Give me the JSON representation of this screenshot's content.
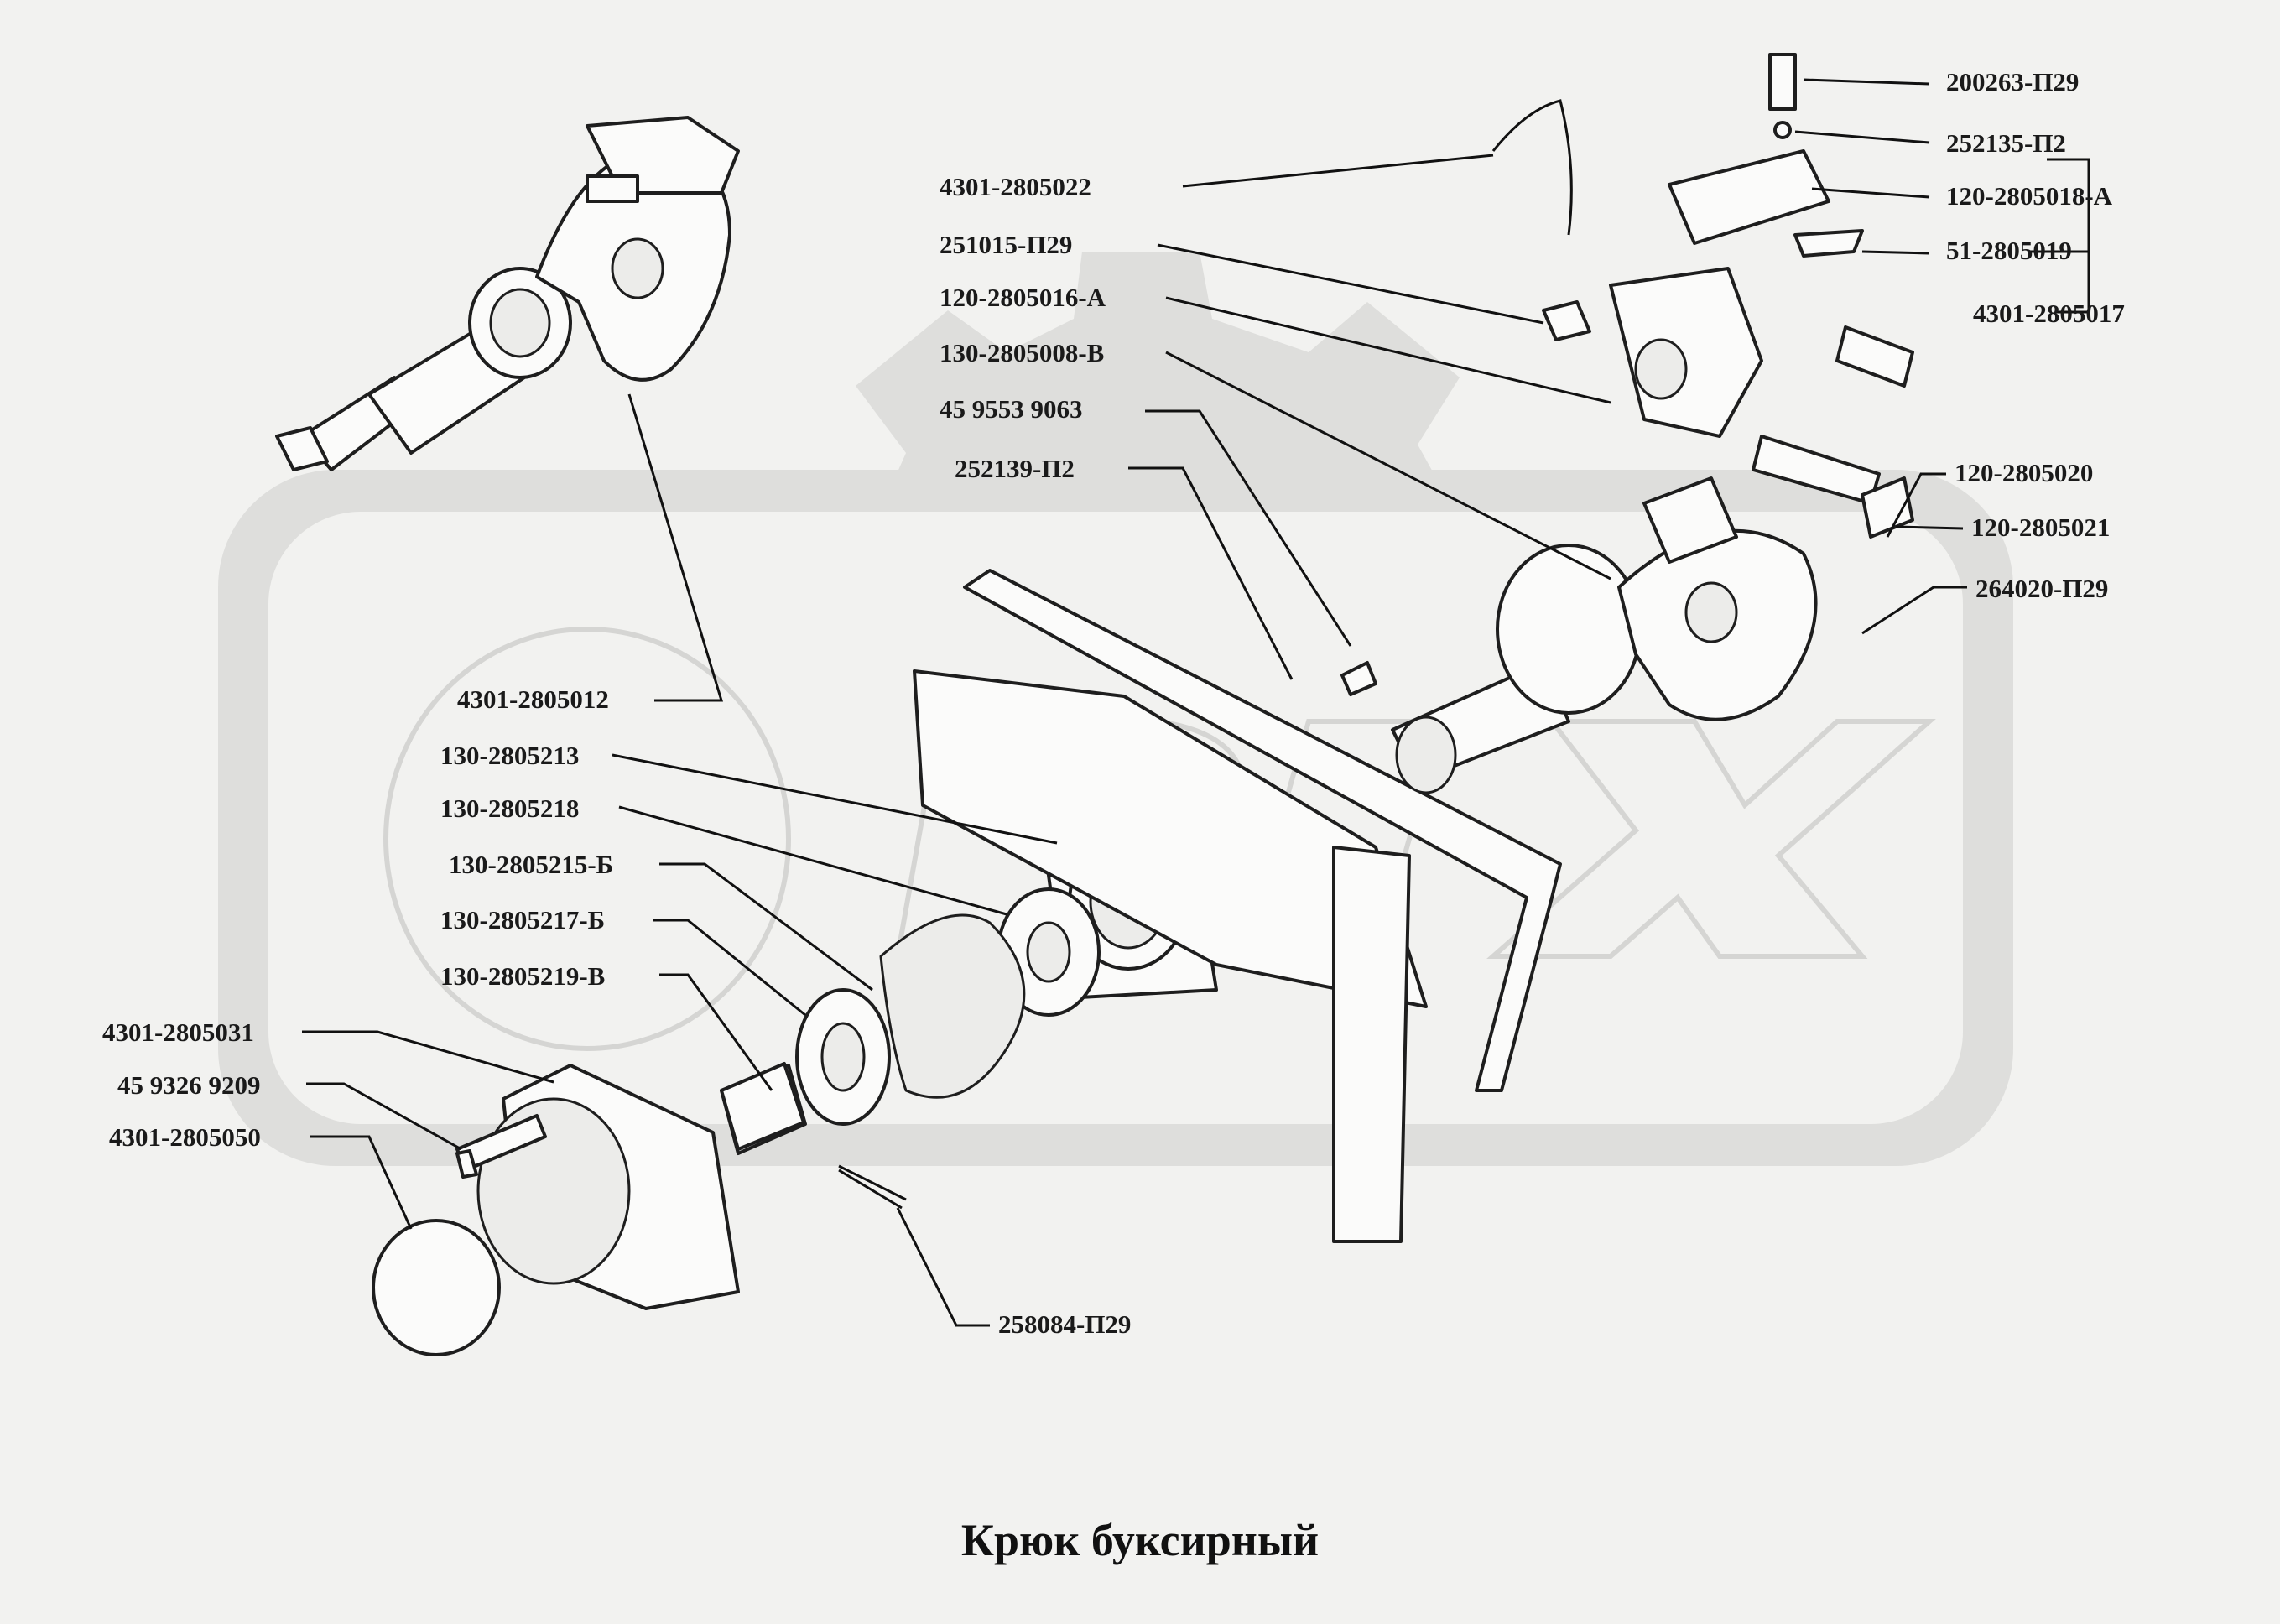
{
  "title": "Крюк буксирный",
  "parts": [
    {
      "id": "p01",
      "label": "200263-П29"
    },
    {
      "id": "p02",
      "label": "252135-П2"
    },
    {
      "id": "p03",
      "label": "4301-2805022"
    },
    {
      "id": "p04",
      "label": "120-2805018-А"
    },
    {
      "id": "p05",
      "label": "251015-П29"
    },
    {
      "id": "p06",
      "label": "51-2805019"
    },
    {
      "id": "p07",
      "label": "120-2805016-А"
    },
    {
      "id": "p08",
      "label": "4301-2805017"
    },
    {
      "id": "p09",
      "label": "130-2805008-В"
    },
    {
      "id": "p10",
      "label": "45 9553 9063"
    },
    {
      "id": "p11",
      "label": "120-2805020"
    },
    {
      "id": "p12",
      "label": "252139-П2"
    },
    {
      "id": "p13",
      "label": "120-2805021"
    },
    {
      "id": "p14",
      "label": "264020-П29"
    },
    {
      "id": "p15",
      "label": "4301-2805012"
    },
    {
      "id": "p16",
      "label": "130-2805213"
    },
    {
      "id": "p17",
      "label": "130-2805218"
    },
    {
      "id": "p18",
      "label": "130-2805215-Б"
    },
    {
      "id": "p19",
      "label": "130-2805217-Б"
    },
    {
      "id": "p20",
      "label": "130-2805219-В"
    },
    {
      "id": "p21",
      "label": "4301-2805031"
    },
    {
      "id": "p22",
      "label": "45 9326 9209"
    },
    {
      "id": "p23",
      "label": "4301-2805050"
    },
    {
      "id": "p24",
      "label": "258084-П29"
    }
  ]
}
